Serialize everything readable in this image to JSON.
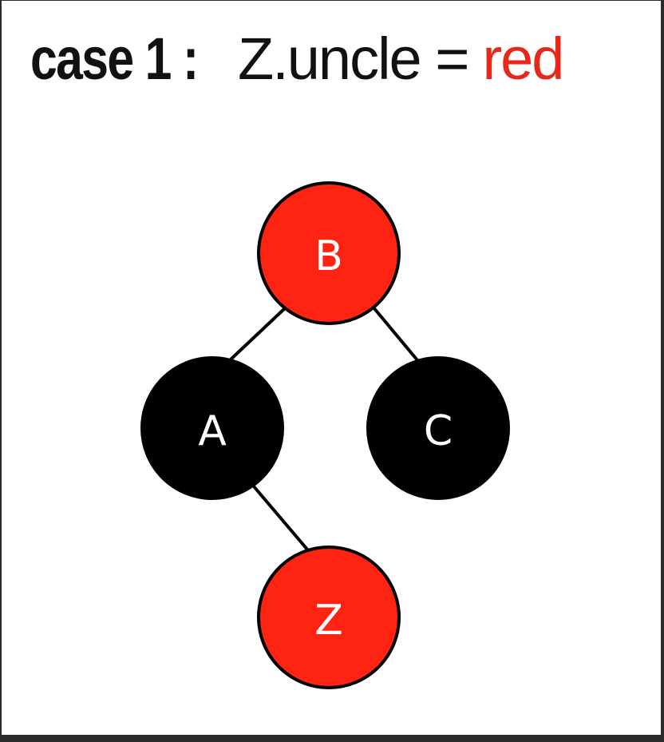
{
  "title": {
    "strong": "case 1 :",
    "plain": "Z.uncle =",
    "accent": "red"
  },
  "colors": {
    "red_node": "#ff2412",
    "black_node": "#000000",
    "accent_text": "#e8271b",
    "edge": "#000000"
  },
  "tree": {
    "nodes": [
      {
        "id": "B",
        "label": "B",
        "color": "red"
      },
      {
        "id": "A",
        "label": "A",
        "color": "black"
      },
      {
        "id": "C",
        "label": "C",
        "color": "black"
      },
      {
        "id": "Z",
        "label": "Z",
        "color": "red"
      }
    ],
    "edges": [
      {
        "from": "B",
        "to": "A"
      },
      {
        "from": "B",
        "to": "C"
      },
      {
        "from": "A",
        "to": "Z"
      }
    ]
  }
}
